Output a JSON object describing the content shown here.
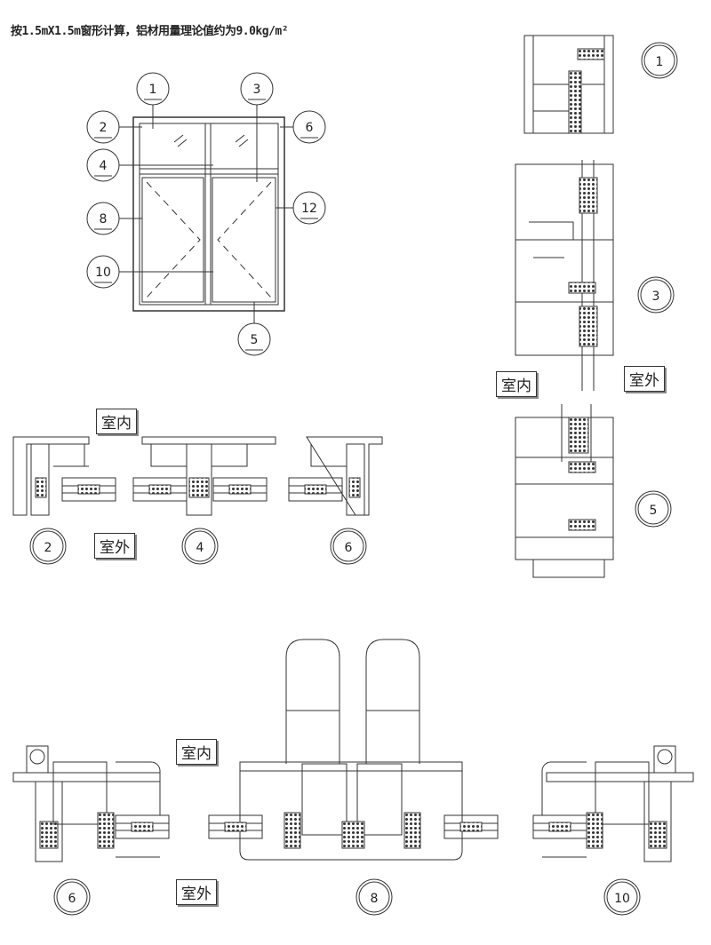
{
  "title": "按1.5mX1.5m窗形计算，铝材用量理论值约为9.0kg/m²",
  "labels": {
    "indoor": "室内",
    "outdoor": "室外"
  },
  "elevation_callouts": [
    "1",
    "2",
    "3",
    "4",
    "5",
    "6",
    "8",
    "10",
    "12"
  ],
  "sections": {
    "right": [
      "1",
      "3",
      "5"
    ],
    "middle": [
      "2",
      "4",
      "6"
    ],
    "bottom": [
      "6",
      "8",
      "10"
    ]
  }
}
